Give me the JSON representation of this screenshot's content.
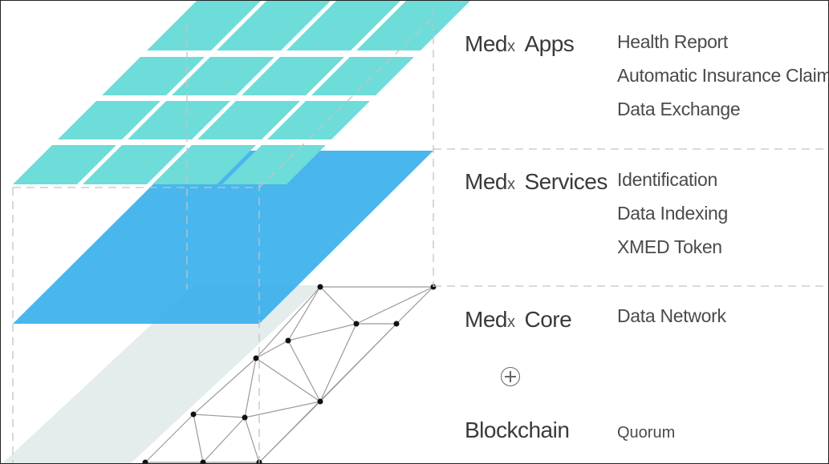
{
  "layers": [
    {
      "brand": "Med",
      "brand_x": "x",
      "name": "Apps",
      "items": [
        "Health Report",
        "Automatic Insurance Claim",
        "Data Exchange"
      ]
    },
    {
      "brand": "Med",
      "brand_x": "x",
      "name": "Services",
      "items": [
        "Identification",
        "Data Indexing",
        "XMED Token"
      ]
    },
    {
      "brand": "Med",
      "brand_x": "x",
      "name": "Core",
      "items": [
        "Data Network"
      ]
    }
  ],
  "blockchain": {
    "name": "Blockchain",
    "item": "Quorum"
  },
  "colors": {
    "apps_tile": "#6edcd9",
    "services_plane": "#3ab0ec",
    "core_plane": "#e4ecec",
    "divider": "#c8c8c8",
    "network": "#555555"
  },
  "icons": {
    "combine": "circled-plus-icon"
  }
}
